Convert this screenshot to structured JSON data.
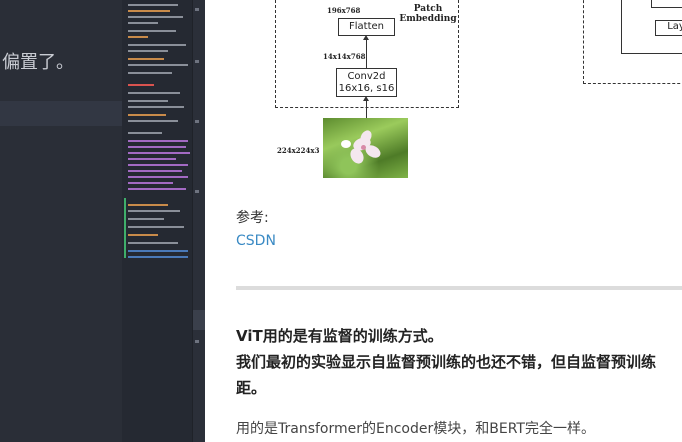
{
  "editor": {
    "visible_line_text": "偏置了。"
  },
  "diagram": {
    "dim_196": "196x768",
    "flatten": "Flatten",
    "patch_embedding": "Patch\nEmbedding",
    "dim_14": "14x14x768",
    "conv_title": "Conv2d",
    "conv_params": "16x16, s16",
    "dim_224": "224x224x3",
    "right_node_label": "Lay"
  },
  "preview": {
    "reference_label": "参考:",
    "reference_link": "CSDN",
    "bold_line_1": "ViT用的是有监督的训练方式。",
    "bold_line_2": "我们最初的实验显示自监督预训练的也还不错，但自监督预训练",
    "bold_line_3": "距。",
    "paragraph": "用的是Transformer的Encoder模块，和BERT完全一样。"
  }
}
